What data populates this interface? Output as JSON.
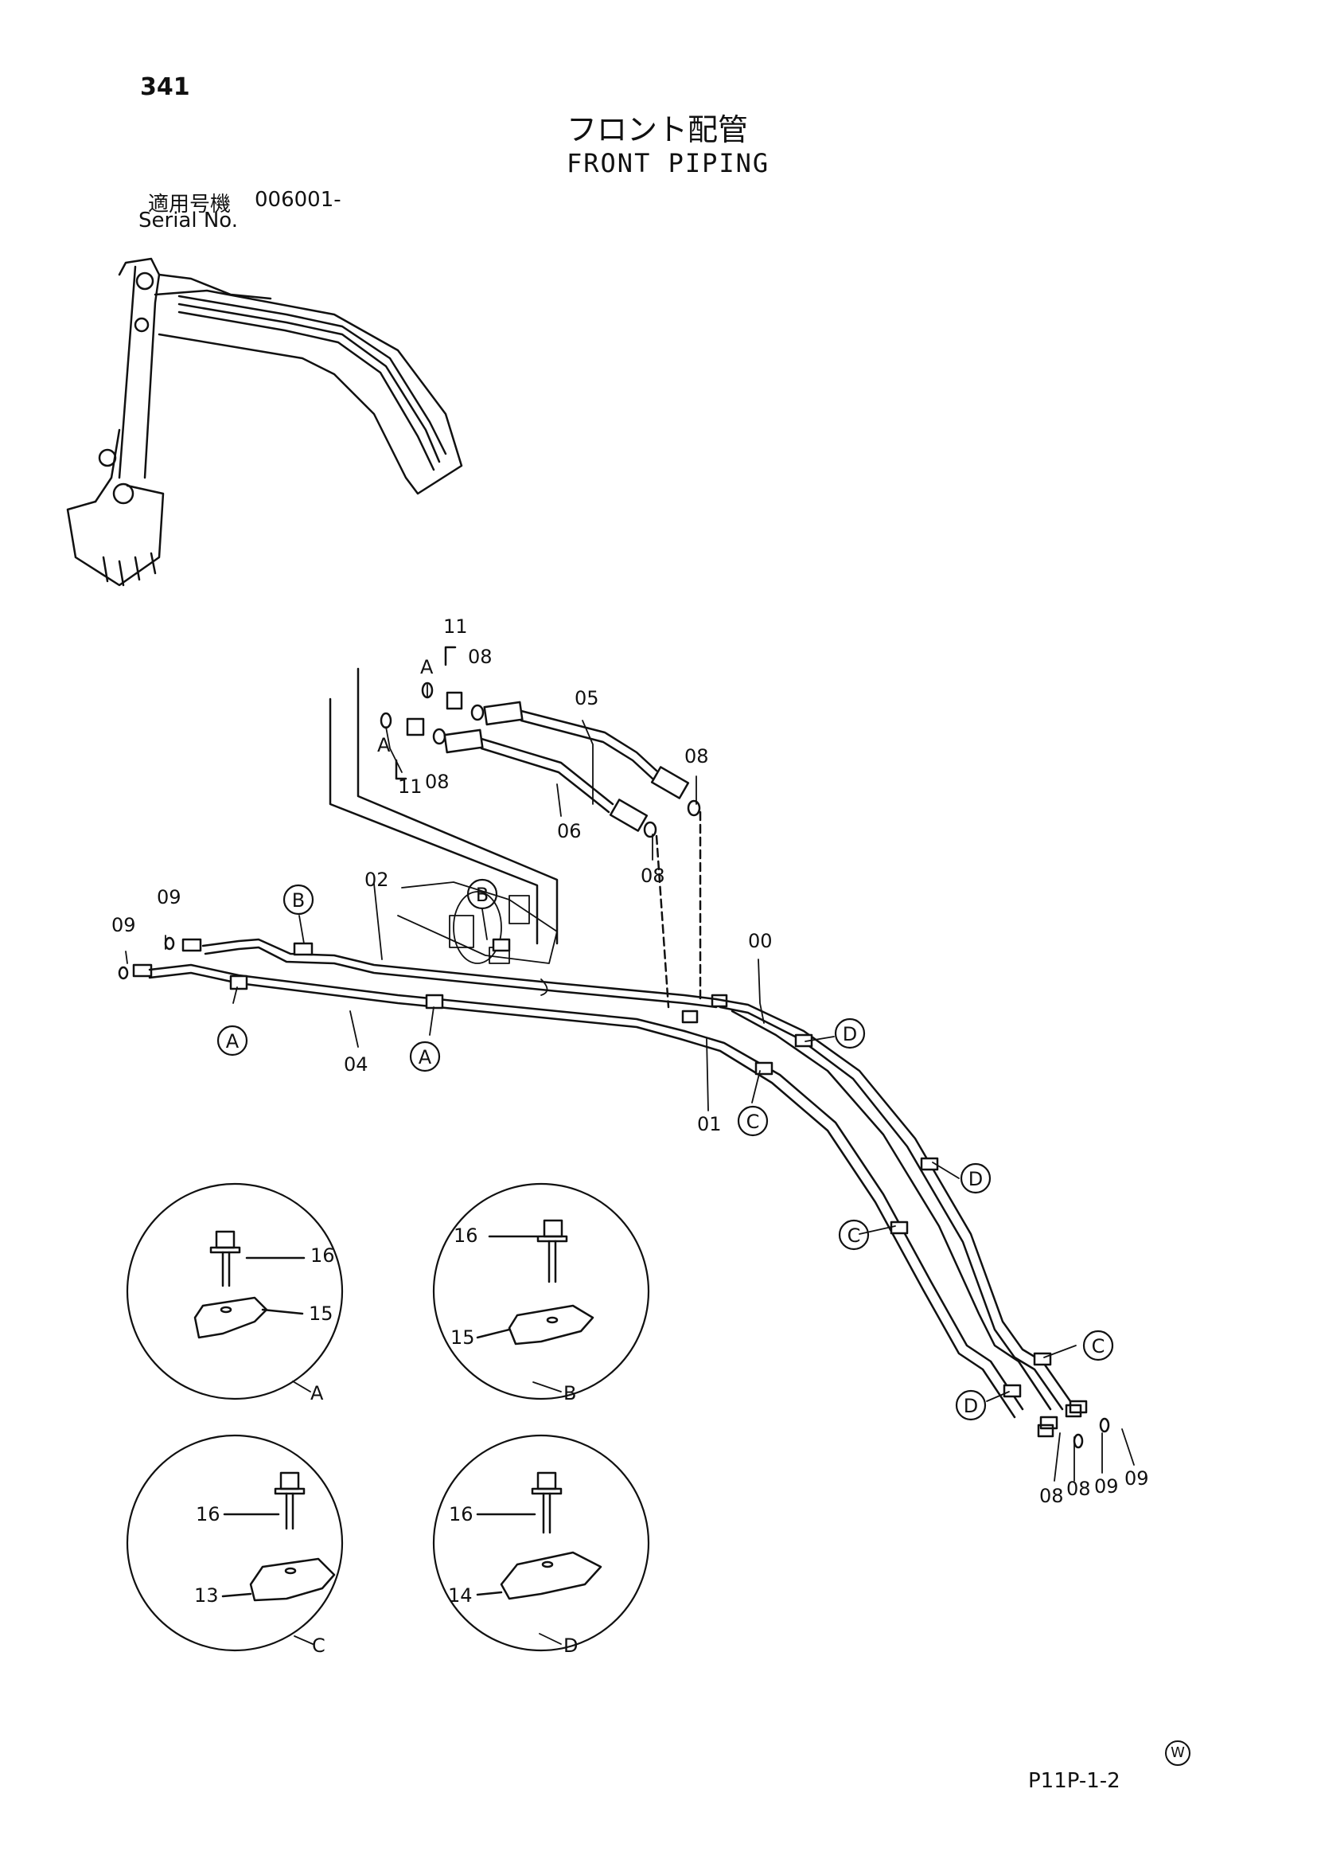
{
  "page": {
    "number": "341",
    "title_jp": "フロント配管",
    "title_en": "FRONT PIPING",
    "serial_label_jp": "適用号機",
    "serial_value": "006001-",
    "serial_label_en": "Serial No.",
    "drawing_code": "P11P-1-2",
    "watermark": "W"
  },
  "callouts": {
    "p11a": "11",
    "p08a": "08",
    "pA1": "A",
    "pA2": "A",
    "p11b": "11",
    "p08b": "08",
    "p05": "05",
    "p06": "06",
    "p08c": "08",
    "p08d": "08",
    "p09a": "09",
    "p09b": "09",
    "p02": "02",
    "p00": "00",
    "p04": "04",
    "p01": "01",
    "p08e": "08",
    "p08f": "08",
    "p09c": "09",
    "p09d": "09"
  },
  "clamp_markers": {
    "b1": "B",
    "b2": "B",
    "a1": "A",
    "a2": "A",
    "c1": "C",
    "c2": "C",
    "c3": "C",
    "d1": "D",
    "d2": "D",
    "d3": "D"
  },
  "details": {
    "A": {
      "label": "A",
      "bolt": "16",
      "clamp": "15"
    },
    "B": {
      "label": "B",
      "bolt": "16",
      "clamp": "15"
    },
    "C": {
      "label": "C",
      "bolt": "16",
      "clamp": "13"
    },
    "D": {
      "label": "D",
      "bolt": "16",
      "clamp": "14"
    }
  }
}
